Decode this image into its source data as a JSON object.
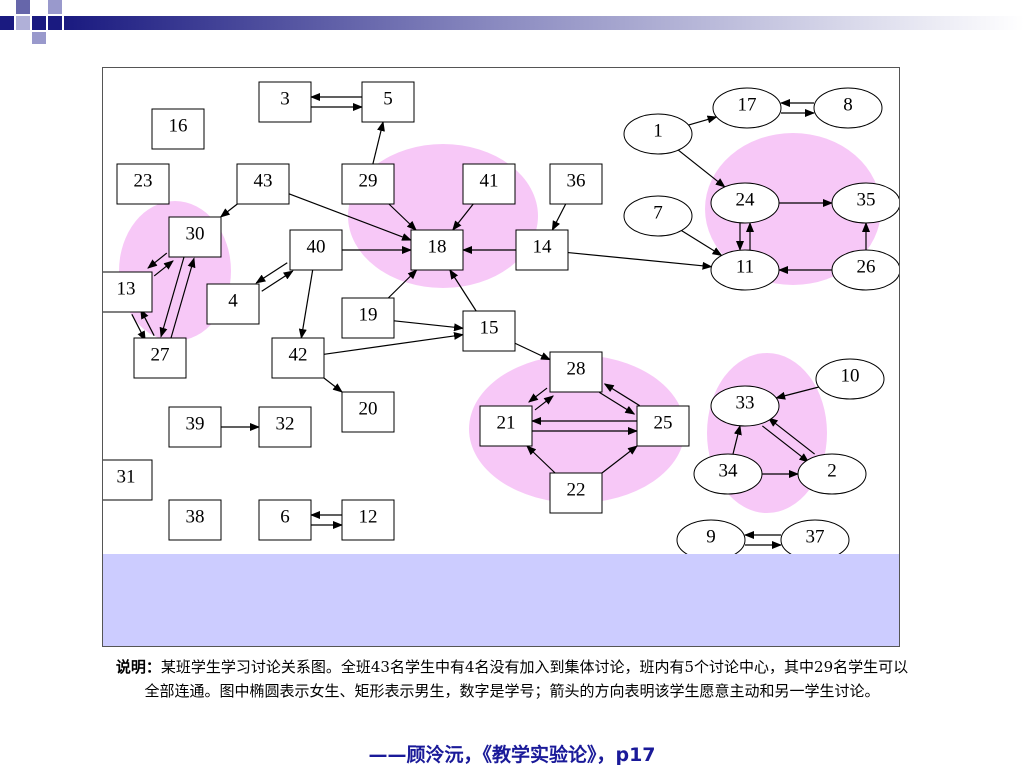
{
  "colors": {
    "female_highlight": "#f7c8f7",
    "band": "#ccccff",
    "source_text": "#1a1a99"
  },
  "nodes": {
    "rect": [
      "3",
      "5",
      "16",
      "23",
      "43",
      "29",
      "41",
      "36",
      "30",
      "40",
      "18",
      "14",
      "13",
      "4",
      "19",
      "15",
      "27",
      "42",
      "20",
      "39",
      "32",
      "31",
      "38",
      "6",
      "12",
      "28",
      "21",
      "25",
      "22"
    ],
    "ellipse": [
      "17",
      "8",
      "1",
      "24",
      "35",
      "7",
      "11",
      "26",
      "10",
      "33",
      "34",
      "2",
      "9",
      "37"
    ]
  },
  "edges": [
    [
      "3",
      "5"
    ],
    [
      "5",
      "3"
    ],
    [
      "29",
      "5"
    ],
    [
      "43",
      "30"
    ],
    [
      "43",
      "18"
    ],
    [
      "29",
      "18"
    ],
    [
      "41",
      "18"
    ],
    [
      "36",
      "14"
    ],
    [
      "30",
      "13"
    ],
    [
      "13",
      "30"
    ],
    [
      "30",
      "27"
    ],
    [
      "27",
      "30"
    ],
    [
      "13",
      "27"
    ],
    [
      "27",
      "13"
    ],
    [
      "4",
      "40"
    ],
    [
      "40",
      "4"
    ],
    [
      "40",
      "18"
    ],
    [
      "40",
      "42"
    ],
    [
      "14",
      "18"
    ],
    [
      "19",
      "18"
    ],
    [
      "19",
      "15"
    ],
    [
      "15",
      "18"
    ],
    [
      "42",
      "15"
    ],
    [
      "42",
      "20"
    ],
    [
      "14",
      "11"
    ],
    [
      "1",
      "17"
    ],
    [
      "17",
      "8"
    ],
    [
      "8",
      "17"
    ],
    [
      "1",
      "24"
    ],
    [
      "24",
      "35"
    ],
    [
      "24",
      "11"
    ],
    [
      "11",
      "24"
    ],
    [
      "7",
      "11"
    ],
    [
      "26",
      "11"
    ],
    [
      "26",
      "35"
    ],
    [
      "15",
      "28"
    ],
    [
      "28",
      "21"
    ],
    [
      "21",
      "28"
    ],
    [
      "28",
      "25"
    ],
    [
      "25",
      "28"
    ],
    [
      "21",
      "25"
    ],
    [
      "25",
      "21"
    ],
    [
      "22",
      "21"
    ],
    [
      "22",
      "25"
    ],
    [
      "39",
      "32"
    ],
    [
      "6",
      "12"
    ],
    [
      "12",
      "6"
    ],
    [
      "10",
      "33"
    ],
    [
      "33",
      "2"
    ],
    [
      "2",
      "33"
    ],
    [
      "34",
      "33"
    ],
    [
      "34",
      "2"
    ],
    [
      "9",
      "37"
    ],
    [
      "37",
      "9"
    ]
  ],
  "caption": {
    "label": "说明：",
    "text": "某班学生学习讨论关系图。全班43名学生中有4名没有加入到集体讨论，班内有5个讨论中心，其中29名学生可以全部连通。图中椭圆表示女生、矩形表示男生，数字是学号；箭头的方向表明该学生愿意主动和另一学生讨论。"
  },
  "source": "——顾泠沅，《教学实验论》，p17"
}
